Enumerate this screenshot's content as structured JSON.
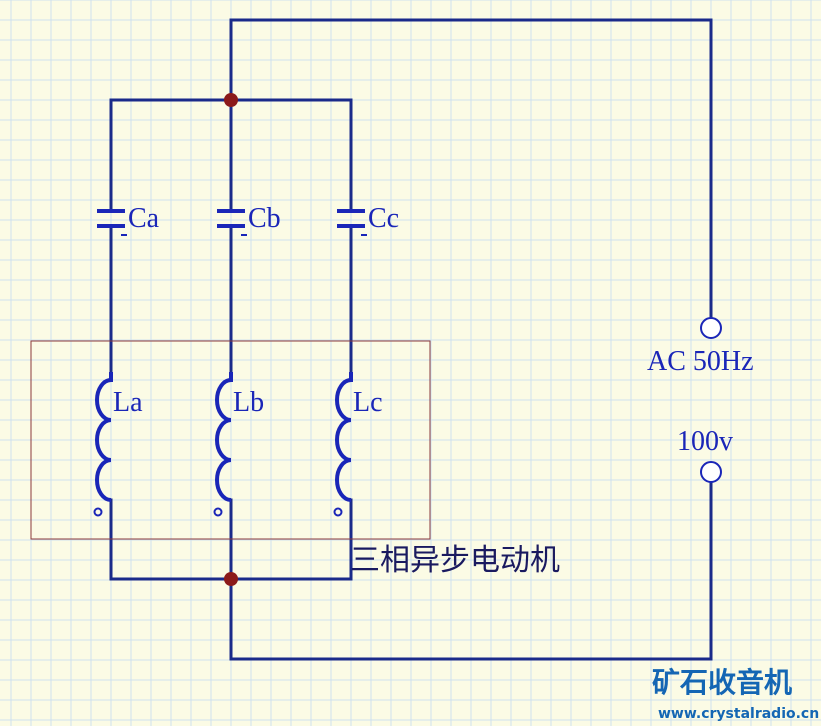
{
  "diagram": {
    "capacitors": [
      {
        "label": "Ca"
      },
      {
        "label": "Cb"
      },
      {
        "label": "Cc"
      }
    ],
    "inductors": [
      {
        "label": "La"
      },
      {
        "label": "Lb"
      },
      {
        "label": "Lc"
      }
    ],
    "source": {
      "type_label": "AC 50Hz",
      "voltage_label": "100v"
    },
    "motor_label": "三相异步电动机",
    "colors": {
      "background": "#fbfbe5",
      "grid": "#cfe0ef",
      "wire": "#1a2a8a",
      "component": "#1a26b8",
      "junction": "#8b1a1a",
      "motor_box": "#8b3a3a",
      "watermark": "#1466b4"
    }
  },
  "watermark": {
    "title": "矿石收音机",
    "url": "www.crystalradio.cn"
  }
}
